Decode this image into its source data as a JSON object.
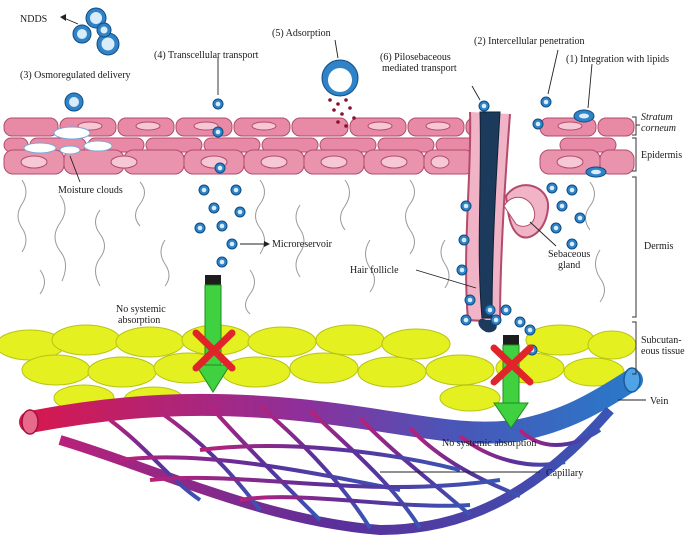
{
  "labels": {
    "ndds": "NDDS",
    "adsorption": "(5) Adsorption",
    "intercellular": "(2) Intercellular penetration",
    "transcellular": "(4) Transcellular transport",
    "pilosebaceous_1": "(6) Pilosebaceous",
    "pilosebaceous_2": "mediated transport",
    "integration": "(1) Integration with lipids",
    "osmoregulated": "(3) Osmoregulated delivery",
    "stratum_1": "Stratum",
    "stratum_2": "corneum",
    "epidermis": "Epidermis",
    "dermis": "Dermis",
    "subcut_1": "Subcutan-",
    "subcut_2": "eous tissue",
    "moisture": "Moisture clouds",
    "microreservoir": "Microreservoir",
    "hair_follicle": "Hair follicle",
    "sebaceous_1": "Sebaceous",
    "sebaceous_2": "gland",
    "no_systemic_left_1": "No systemic",
    "no_systemic_left_2": "absorption",
    "no_systemic_right": "No systemic absorption",
    "vein": "Vein",
    "capillary": "Capillary"
  },
  "colors": {
    "skin_cell": "#e88aa6",
    "nanoparticle": "#2f83c6",
    "fat_cell": "#e4f020",
    "arrow_green": "#3fd13f",
    "cross_red": "#e0242a",
    "vessel_artery": "#d6184f",
    "vessel_vein": "#2a79c8",
    "vessel_mesh": "#5b2f9a"
  }
}
